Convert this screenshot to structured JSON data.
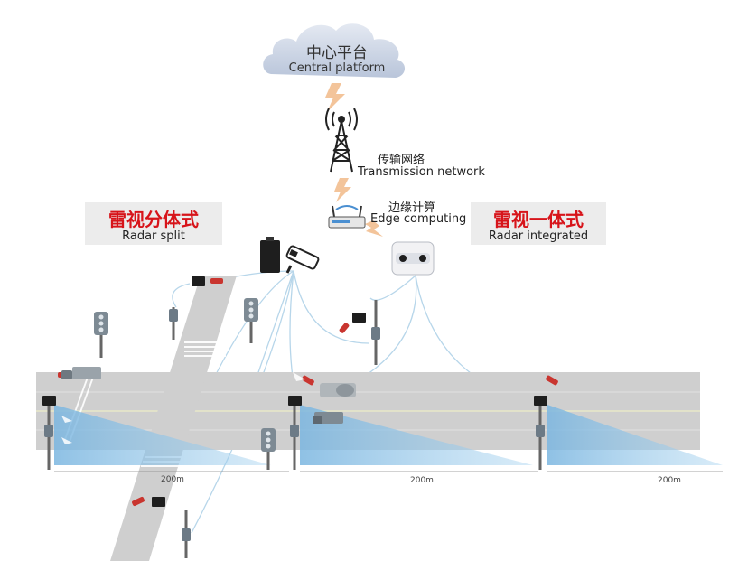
{
  "central": {
    "title_cn": "中心平台",
    "title_en": "Central platform"
  },
  "network": {
    "title_cn": "传输网络",
    "title_en": "Transmission network"
  },
  "edge": {
    "title_cn": "边缘计算",
    "title_en": "Edge computing"
  },
  "radar_split": {
    "title_cn": "雷视分体式",
    "title_en": "Radar split"
  },
  "radar_integrated": {
    "title_cn": "雷视一体式",
    "title_en": "Radar integrated"
  },
  "distances": [
    "200m",
    "200m",
    "200m"
  ],
  "colors": {
    "accent_red": "#d7141a",
    "road": "#cfcfcf",
    "radar_beam": "#8fc3e6",
    "cloud": "#c9d3e4",
    "lightning": "#f3c49a"
  }
}
